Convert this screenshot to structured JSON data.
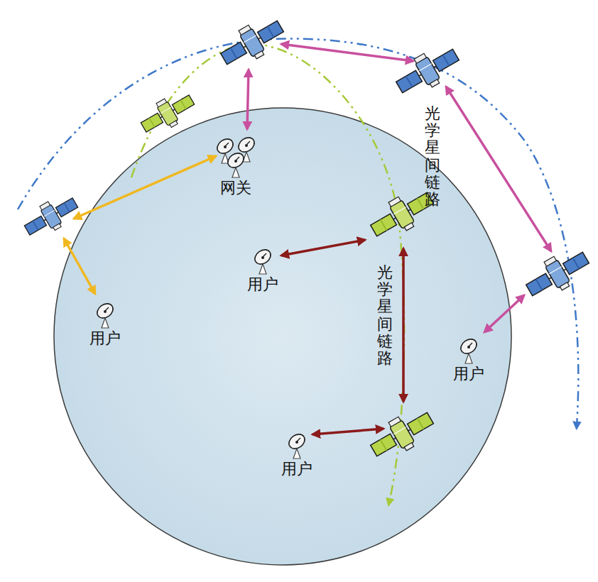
{
  "diagram": {
    "nodes": [
      {
        "text": [
          "网关"
        ]
      },
      {
        "text": [
          "用户"
        ]
      },
      {
        "text": [
          "用户"
        ]
      },
      {
        "text": [
          "用户"
        ]
      },
      {
        "text": [
          "用户"
        ]
      }
    ],
    "labels": [
      "光学星间链路",
      "光学星间链路"
    ]
  }
}
